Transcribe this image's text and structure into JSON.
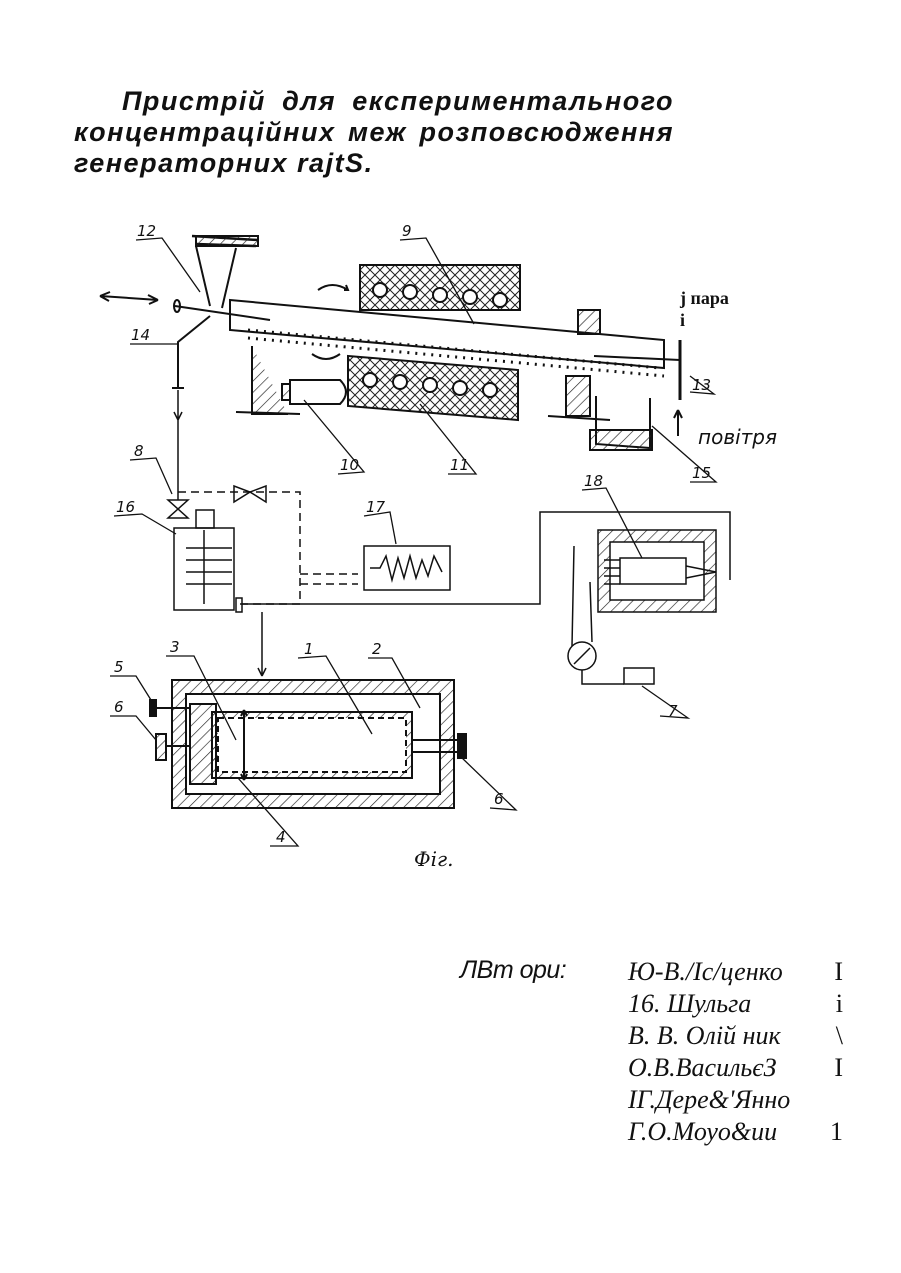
{
  "title": {
    "line1": "Пристрій для експериментального",
    "line2": "концентраційних меж розповсюдження",
    "line3": "генераторних rajtS."
  },
  "figure": {
    "labels": [
      "12",
      "9",
      "14",
      "8",
      "16",
      "17",
      "18",
      "10",
      "11",
      "13",
      "15",
      "5",
      "6",
      "3",
      "1",
      "2",
      "4",
      "6",
      "7"
    ],
    "steam_label": "j пара",
    "steam_mark": "i",
    "air_label": "повітря",
    "caption": "Фіг."
  },
  "authors": {
    "label": "ЛВт ори:",
    "names": [
      {
        "name": "Ю-В./Іс/ценко",
        "mark": "I"
      },
      {
        "name": "16. Шульга",
        "mark": "i"
      },
      {
        "name": "В. В. Олій ник",
        "mark": "\\"
      },
      {
        "name": "О.В.ВасильєЗ",
        "mark": "I"
      },
      {
        "name": "ІГ.Дере&'Янно",
        "mark": ""
      },
      {
        "name": "Г.О.Моуо&ии",
        "mark": "1"
      }
    ]
  }
}
